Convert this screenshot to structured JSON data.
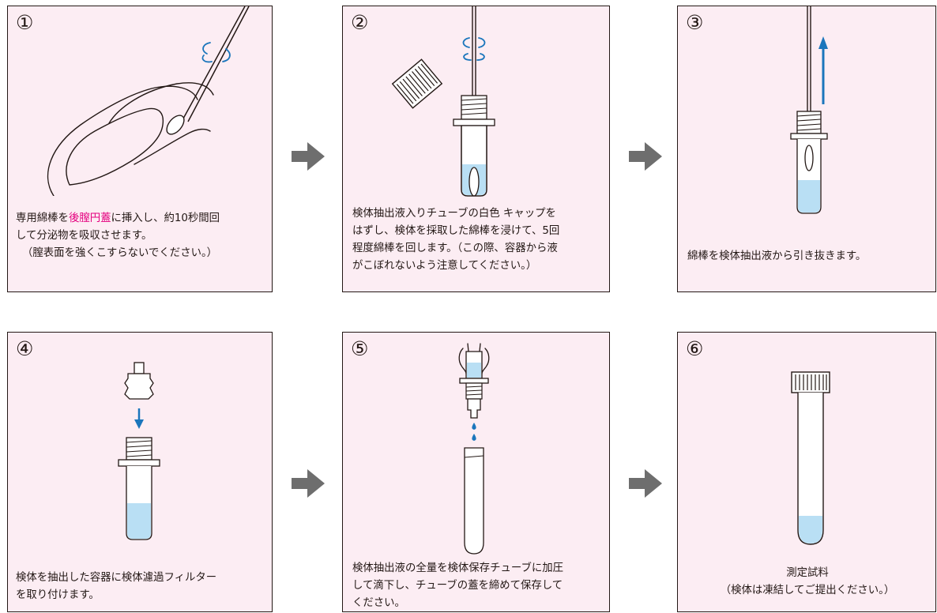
{
  "colors": {
    "panel_bg": "#fcedf3",
    "border": "#231815",
    "highlight": "#e4007f",
    "liquid": "#b9dff4",
    "blue_arrow": "#1b76bc",
    "gray_arrow": "#6e6e6e"
  },
  "steps": [
    {
      "num": "①",
      "caption": {
        "line1_pre": "専用綿棒を",
        "line1_highlight": "後膣円蓋",
        "line1_post": "に挿入し、約10秒間回",
        "line2": "して分泌物を吸収させます。",
        "line3": "（膣表面を強くこすらないでください。）"
      }
    },
    {
      "num": "②",
      "caption": {
        "line1": "検体抽出液入りチューブの白色 キャップを",
        "line2": "はずし、検体を採取した綿棒を浸けて、5回",
        "line3": "程度綿棒を回します。（この際、容器から液",
        "line4": "がこぼれないよう注意してください。）"
      }
    },
    {
      "num": "③",
      "caption": {
        "line1": "綿棒を検体抽出液から引き抜きます。"
      }
    },
    {
      "num": "④",
      "caption": {
        "line1": "検体を抽出した容器に検体濾過フィルター",
        "line2": "を取り付けます。"
      }
    },
    {
      "num": "⑤",
      "caption": {
        "line1": "検体抽出液の全量を検体保存チューブに加圧",
        "line2": "して滴下し、チューブの蓋を締めて保存して",
        "line3": "ください。"
      }
    },
    {
      "num": "⑥",
      "caption": {
        "line1": "測定試料",
        "line2": "（検体は凍結してご提出ください。）"
      }
    }
  ]
}
